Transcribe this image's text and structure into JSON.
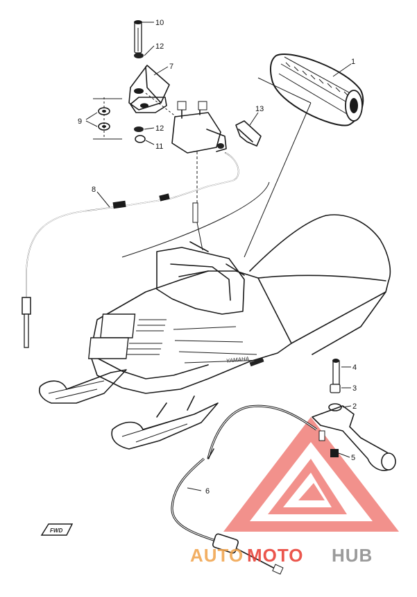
{
  "callouts": {
    "c1": "1",
    "c2": "2",
    "c3": "3",
    "c4": "4",
    "c5": "5",
    "c6": "6",
    "c7": "7",
    "c8": "8",
    "c9": "9",
    "c10": "10",
    "c11": "11",
    "c12a": "12",
    "c12b": "12",
    "c13": "13"
  },
  "hood_brand": "YAMAHA",
  "fwd_tag": "FWD",
  "watermark": {
    "part1": "AUTO",
    "part2": "MOTO",
    "part3": "HUB",
    "color_red": "#e8392f",
    "color_orange": "#f0a24a",
    "color_gray": "#8a8a8a"
  }
}
